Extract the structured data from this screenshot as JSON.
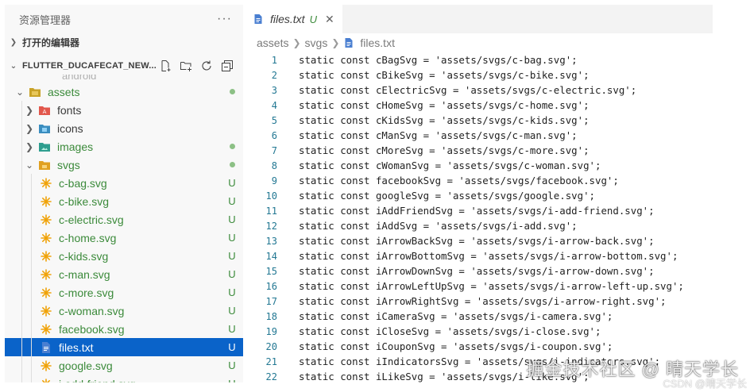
{
  "explorer": {
    "title": "资源管理器",
    "more": "···",
    "open_editors": "打开的编辑器",
    "project": "FLUTTER_DUCAFECAT_NEW...",
    "ghost_item": "android",
    "rows": [
      {
        "name": "assets",
        "kind": "folder-assets",
        "open": true,
        "badge": "",
        "dot": true
      },
      {
        "name": "fonts",
        "kind": "folder-fonts",
        "open": false,
        "badge": "",
        "dot": false
      },
      {
        "name": "icons",
        "kind": "folder-icons",
        "open": false,
        "badge": "",
        "dot": false
      },
      {
        "name": "images",
        "kind": "folder-images",
        "open": false,
        "badge": "",
        "dot": true
      },
      {
        "name": "svgs",
        "kind": "folder-svg",
        "open": true,
        "badge": "",
        "dot": true
      },
      {
        "name": "c-bag.svg",
        "kind": "svg",
        "badge": "U"
      },
      {
        "name": "c-bike.svg",
        "kind": "svg",
        "badge": "U"
      },
      {
        "name": "c-electric.svg",
        "kind": "svg",
        "badge": "U"
      },
      {
        "name": "c-home.svg",
        "kind": "svg",
        "badge": "U"
      },
      {
        "name": "c-kids.svg",
        "kind": "svg",
        "badge": "U"
      },
      {
        "name": "c-man.svg",
        "kind": "svg",
        "badge": "U"
      },
      {
        "name": "c-more.svg",
        "kind": "svg",
        "badge": "U"
      },
      {
        "name": "c-woman.svg",
        "kind": "svg",
        "badge": "U"
      },
      {
        "name": "facebook.svg",
        "kind": "svg",
        "badge": "U"
      },
      {
        "name": "files.txt",
        "kind": "txt",
        "badge": "U",
        "selected": true
      },
      {
        "name": "google.svg",
        "kind": "svg",
        "badge": "U"
      },
      {
        "name": "i-add-friend.svg",
        "kind": "svg",
        "badge": "U"
      }
    ]
  },
  "editor": {
    "tab": {
      "label": "files.txt",
      "state": "U",
      "close": "✕"
    },
    "breadcrumb": [
      "assets",
      "svgs",
      "files.txt"
    ],
    "lines": [
      {
        "n": "1",
        "text": "static const cBagSvg = 'assets/svgs/c-bag.svg';"
      },
      {
        "n": "2",
        "text": "static const cBikeSvg = 'assets/svgs/c-bike.svg';"
      },
      {
        "n": "3",
        "text": "static const cElectricSvg = 'assets/svgs/c-electric.svg';"
      },
      {
        "n": "4",
        "text": "static const cHomeSvg = 'assets/svgs/c-home.svg';"
      },
      {
        "n": "5",
        "text": "static const cKidsSvg = 'assets/svgs/c-kids.svg';"
      },
      {
        "n": "6",
        "text": "static const cManSvg = 'assets/svgs/c-man.svg';"
      },
      {
        "n": "7",
        "text": "static const cMoreSvg = 'assets/svgs/c-more.svg';"
      },
      {
        "n": "8",
        "text": "static const cWomanSvg = 'assets/svgs/c-woman.svg';"
      },
      {
        "n": "9",
        "text": "static const facebookSvg = 'assets/svgs/facebook.svg';"
      },
      {
        "n": "10",
        "text": "static const googleSvg = 'assets/svgs/google.svg';"
      },
      {
        "n": "11",
        "text": "static const iAddFriendSvg = 'assets/svgs/i-add-friend.svg';"
      },
      {
        "n": "12",
        "text": "static const iAddSvg = 'assets/svgs/i-add.svg';"
      },
      {
        "n": "13",
        "text": "static const iArrowBackSvg = 'assets/svgs/i-arrow-back.svg';"
      },
      {
        "n": "14",
        "text": "static const iArrowBottomSvg = 'assets/svgs/i-arrow-bottom.svg';"
      },
      {
        "n": "15",
        "text": "static const iArrowDownSvg = 'assets/svgs/i-arrow-down.svg';"
      },
      {
        "n": "16",
        "text": "static const iArrowLeftUpSvg = 'assets/svgs/i-arrow-left-up.svg';"
      },
      {
        "n": "17",
        "text": "static const iArrowRightSvg = 'assets/svgs/i-arrow-right.svg';"
      },
      {
        "n": "18",
        "text": "static const iCameraSvg = 'assets/svgs/i-camera.svg';"
      },
      {
        "n": "19",
        "text": "static const iCloseSvg = 'assets/svgs/i-close.svg';"
      },
      {
        "n": "20",
        "text": "static const iCouponSvg = 'assets/svgs/i-coupon.svg';"
      },
      {
        "n": "21",
        "text": "static const iIndicatorsSvg = 'assets/svgs/i-indicators.svg';"
      },
      {
        "n": "22",
        "text": "static const iLikeSvg = 'assets/svgs/i-like.svg';"
      }
    ]
  },
  "watermark": {
    "main": "掘金技术社区 @ 晴天学长",
    "small": "CSDN @晴天学长"
  },
  "colors": {
    "selection": "#0a63c9",
    "untracked_green": "#3b8a3a",
    "line_number": "#237893",
    "svg_icon": "#f0a30a",
    "txt_icon": "#4a7fd1"
  }
}
